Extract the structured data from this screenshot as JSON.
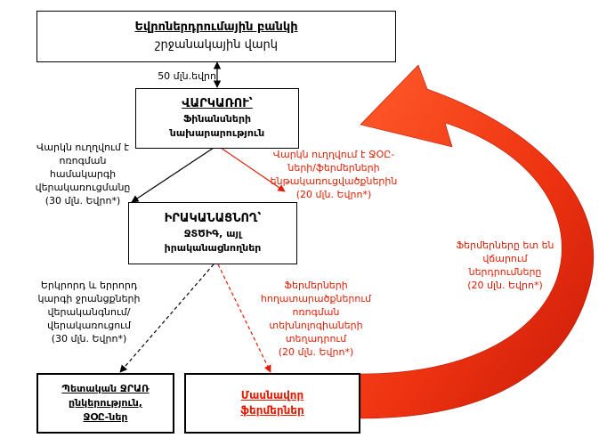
{
  "bank": {
    "title": "Եվրոներդրումային բանկի",
    "subtitle": "շրջանակային վարկ"
  },
  "amount_label": "50 մլն.եվրո",
  "borrower": {
    "title": "ՎԱՐԿԱՌՈՒ՝",
    "line1": "Ֆինանսների",
    "line2": "նախարարություն"
  },
  "implementer": {
    "title": "ԻՐԱԿԱՆԱՑՆՈՂ՝",
    "line1": "ՋՏԾԻԳ, այլ",
    "line2": "իրականացնողներ"
  },
  "water_companies": {
    "line1": "Պետական ՋՐԱՌ",
    "line2": "ընկերություն,",
    "line3": "ՋՕԸ-ներ"
  },
  "private_farms": {
    "line1": "Մասնավոր",
    "line2": "ֆերմերներ"
  },
  "flows": {
    "left_top": [
      "Վարկն ուղղվում է",
      "ոռոգման համակարգի",
      "վերակառուցմանը",
      "(30 մլն. Եվրո*)"
    ],
    "right_top": [
      "Վարկն ուղղվում է ՋՕԸ-",
      "ների/ֆերմերների",
      "ենթակառուցվածքներին",
      "(20 մլն. Եվրո*)"
    ],
    "left_bottom": [
      "Երկրորդ և երրորդ",
      "կարգի ջրանցքների",
      "վերականգնում/",
      "վերակառուցում",
      "(30 մլն. Եվրո*)"
    ],
    "right_bottom": [
      "Ֆերմերների",
      "հողատարածքներում",
      "ոռոգման",
      "տեխնոլոգիաների",
      "տեղադրում",
      "(20 մլն. Եվրո*)"
    ],
    "return": [
      "Ֆերմերները ետ են",
      "վճարում",
      "ներդրումները",
      "(20 մլն. Եվրո*)"
    ]
  },
  "colors": {
    "red": "#e21c00",
    "arrow_red": "#ee3311",
    "arrow_dark": "#c81a08"
  }
}
